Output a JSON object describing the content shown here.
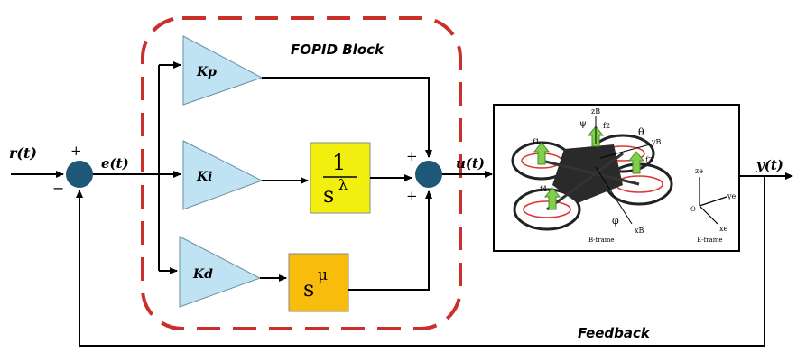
{
  "signals": {
    "reference": "r(t)",
    "error": "e(t)",
    "control": "u(t)",
    "output": "y(t)"
  },
  "block": {
    "title": "FOPID Block",
    "gains": {
      "kp": "Kp",
      "ki": "Ki",
      "kd": "Kd"
    },
    "integrator": {
      "numerator": "1",
      "base": "s",
      "exponent": "λ"
    },
    "differentiator": {
      "base": "s",
      "exponent": "μ"
    }
  },
  "summing": {
    "plus_top": "+",
    "minus_bottom": "−",
    "plus_sum_top": "+",
    "plus_sum_bottom": "+"
  },
  "plant": {
    "axes_body": {
      "z": "zB",
      "x": "xB",
      "y": "yB",
      "f1": "f1",
      "f2": "f2",
      "f3": "f3",
      "f4": "f4",
      "psi": "ψ",
      "theta": "θ",
      "phi": "φ"
    },
    "axes_earth": {
      "z": "ze",
      "y": "ye",
      "x": "xe",
      "origin": "O"
    },
    "b_frame": "B-frame",
    "e_frame": "E-frame"
  },
  "feedback_label": "Feedback",
  "colors": {
    "gain_fill": "#bfe3f2",
    "integrator_fill": "#f2ee10",
    "differentiator_fill": "#f7bc0c",
    "summing_fill": "#1d5879",
    "dashed_border": "#c9302c",
    "line": "#000000"
  }
}
